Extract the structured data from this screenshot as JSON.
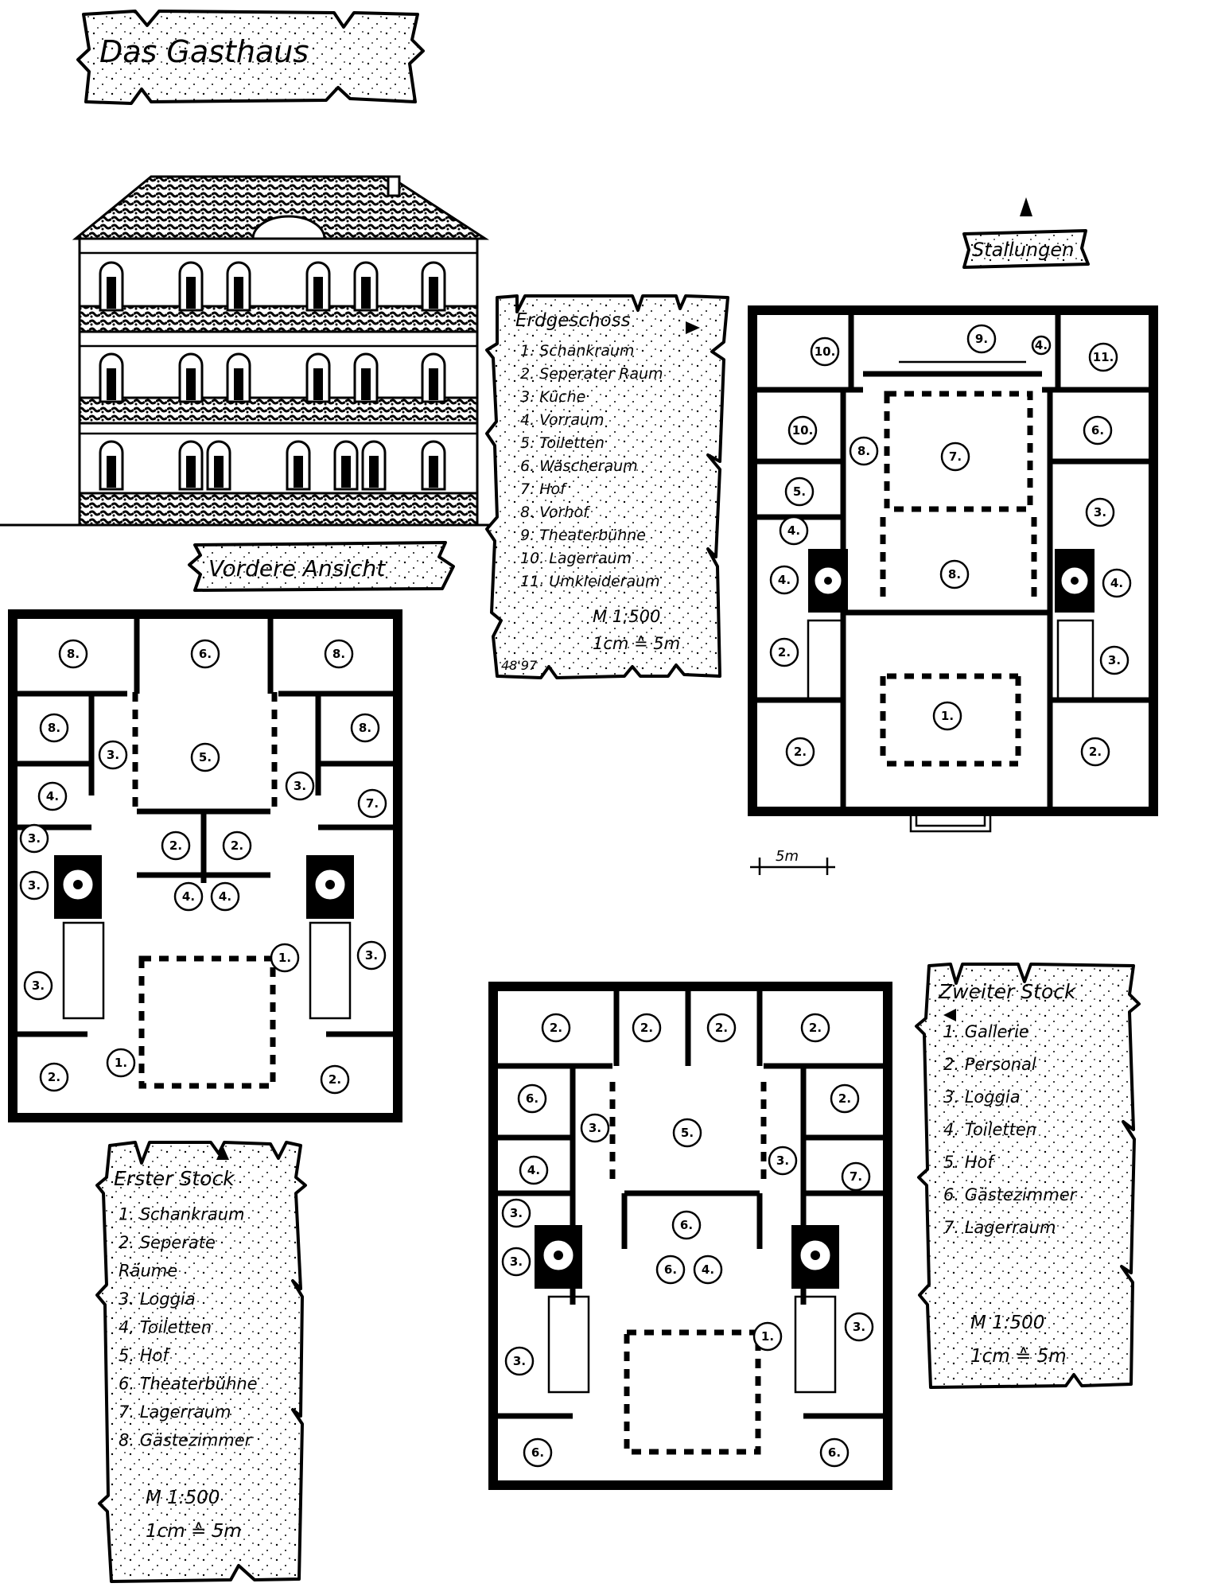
{
  "title": "Das Gasthaus",
  "facade_label": "Vordere Ansicht",
  "stables_label": "Stallungen",
  "scale_bar_label": "5m",
  "legends": {
    "ground": {
      "title": "Erdgeschoss",
      "lines": [
        "1. Schankraum",
        "2. Seperater Raum",
        "3. Küche",
        "4. Vorraum",
        "5. Toiletten",
        "6. Wäscheraum",
        "7. Hof",
        "8. Vorhof",
        "9. Theaterbühne",
        "10. Lagerraum",
        "11. Umkleideraum"
      ],
      "scale": "M 1:500",
      "scale_eq": "1cm ≙ 5m",
      "signature": "48'97"
    },
    "first": {
      "title": "Erster Stock",
      "lines": [
        "1. Schankraum",
        "2. Seperate",
        "Räume",
        "3. Loggia",
        "4. Toiletten",
        "5. Hof",
        "6. Theaterbühne",
        "7. Lagerraum",
        "8. Gästezimmer"
      ],
      "scale": "M 1:500",
      "scale_eq": "1cm ≙ 5m"
    },
    "second": {
      "title": "Zweiter Stock",
      "lines": [
        "1. Gallerie",
        "2. Personal",
        "3. Loggia",
        "4. Toiletten",
        "5. Hof",
        "6. Gästezimmer",
        "7. Lagerraum"
      ],
      "scale": "M 1:500",
      "scale_eq": "1cm ≙ 5m"
    }
  },
  "plans": {
    "ground": {
      "rooms": [
        "10.",
        "11.",
        "9.",
        "4.",
        "10.",
        "8.",
        "7.",
        "6.",
        "5.",
        "3.",
        "4.",
        "8.",
        "4.",
        "4.",
        "2.",
        "3.",
        "1.",
        "2.",
        "2."
      ]
    },
    "first": {
      "rooms": [
        "8.",
        "6.",
        "8.",
        "8.",
        "3.",
        "5.",
        "3.",
        "8.",
        "4.",
        "7.",
        "3.",
        "2.",
        "2.",
        "3.",
        "4.",
        "4.",
        "1.",
        "3.",
        "3.",
        "1.",
        "2.",
        "2."
      ]
    },
    "second": {
      "rooms": [
        "2.",
        "2.",
        "2.",
        "2.",
        "6.",
        "2.",
        "3.",
        "5.",
        "3.",
        "4.",
        "7.",
        "3.",
        "6.",
        "3.",
        "6.",
        "4.",
        "1.",
        "3.",
        "3.",
        "6.",
        "6."
      ]
    }
  }
}
